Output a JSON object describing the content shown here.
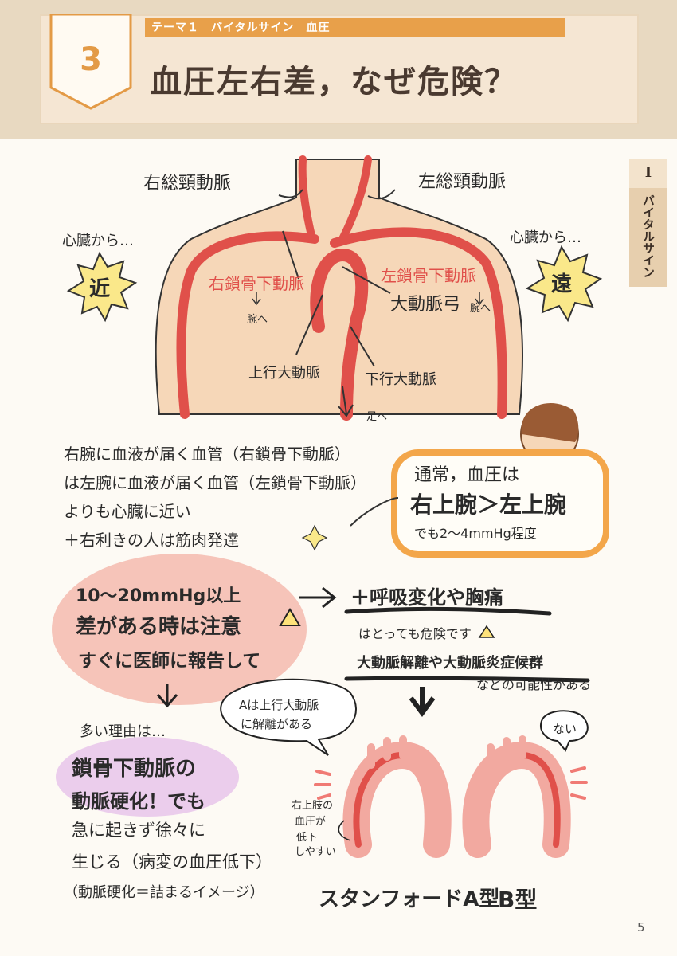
{
  "header": {
    "theme_label": "テーマ１　バイタルサイン　血圧",
    "chapter_number": "3",
    "title": "血圧左右差，なぜ危険？"
  },
  "side_tab": {
    "roman": "I",
    "label": "バイタルサイン"
  },
  "anatomy": {
    "right_common_carotid": "右総頸動脈",
    "left_common_carotid": "左総頸動脈",
    "from_heart_left": "心臓から…",
    "from_heart_right": "心臓から…",
    "near": "近",
    "far": "遠",
    "right_subclavian": "右鎖骨下動脈",
    "left_subclavian": "左鎖骨下動脈",
    "to_arm_right": "腕へ",
    "to_arm_left": "腕へ",
    "aortic_arch": "大動脈弓",
    "ascending_aorta": "上行大動脈",
    "descending_aorta": "下行大動脈",
    "to_legs": "足へ"
  },
  "explanation": {
    "line1": "右腕に血液が届く血管（右鎖骨下動脈）",
    "line2": "は左腕に血液が届く血管（左鎖骨下動脈）",
    "line3": "よりも心臓に近い",
    "line4": "＋右利きの人は筋肉発達"
  },
  "normal_bubble": {
    "line1": "通常，血圧は",
    "line2": "右上腕＞左上腕",
    "line3": "でも2～4mmHg程度"
  },
  "warning": {
    "line1": "10～20mmHg以上",
    "line2": "差がある時は注意",
    "line3": "すぐに医師に報告して"
  },
  "danger": {
    "symptom": "＋呼吸変化や胸痛",
    "very_dangerous": "はとっても危険です",
    "possibility_line1": "大動脈解離や大動脈炎症候群",
    "possibility_line2": "などの可能性がある"
  },
  "reason": {
    "intro": "多い理由は…",
    "line1": "鎖骨下動脈の",
    "line2": "動脈硬化！でも",
    "line3": "急に起きず徐々に",
    "line4": "生じる（病変の血圧低下）",
    "line5": "（動脈硬化＝詰まるイメージ）"
  },
  "stanford": {
    "speech_a_line1": "Aは上行大動脈",
    "speech_a_line2": "に解離がある",
    "speech_b": "ない",
    "note_line1": "右上肢の",
    "note_line2": "血圧が",
    "note_line3": "低下",
    "note_line4": "しやすい",
    "type_a": "スタンフォードA型",
    "type_b": "B型"
  },
  "page_number": "5",
  "colors": {
    "accent_orange": "#e8a04a",
    "artery_red": "#e0504a",
    "skin": "#f6d7b8",
    "aorta_pink": "#f2a9a0"
  }
}
